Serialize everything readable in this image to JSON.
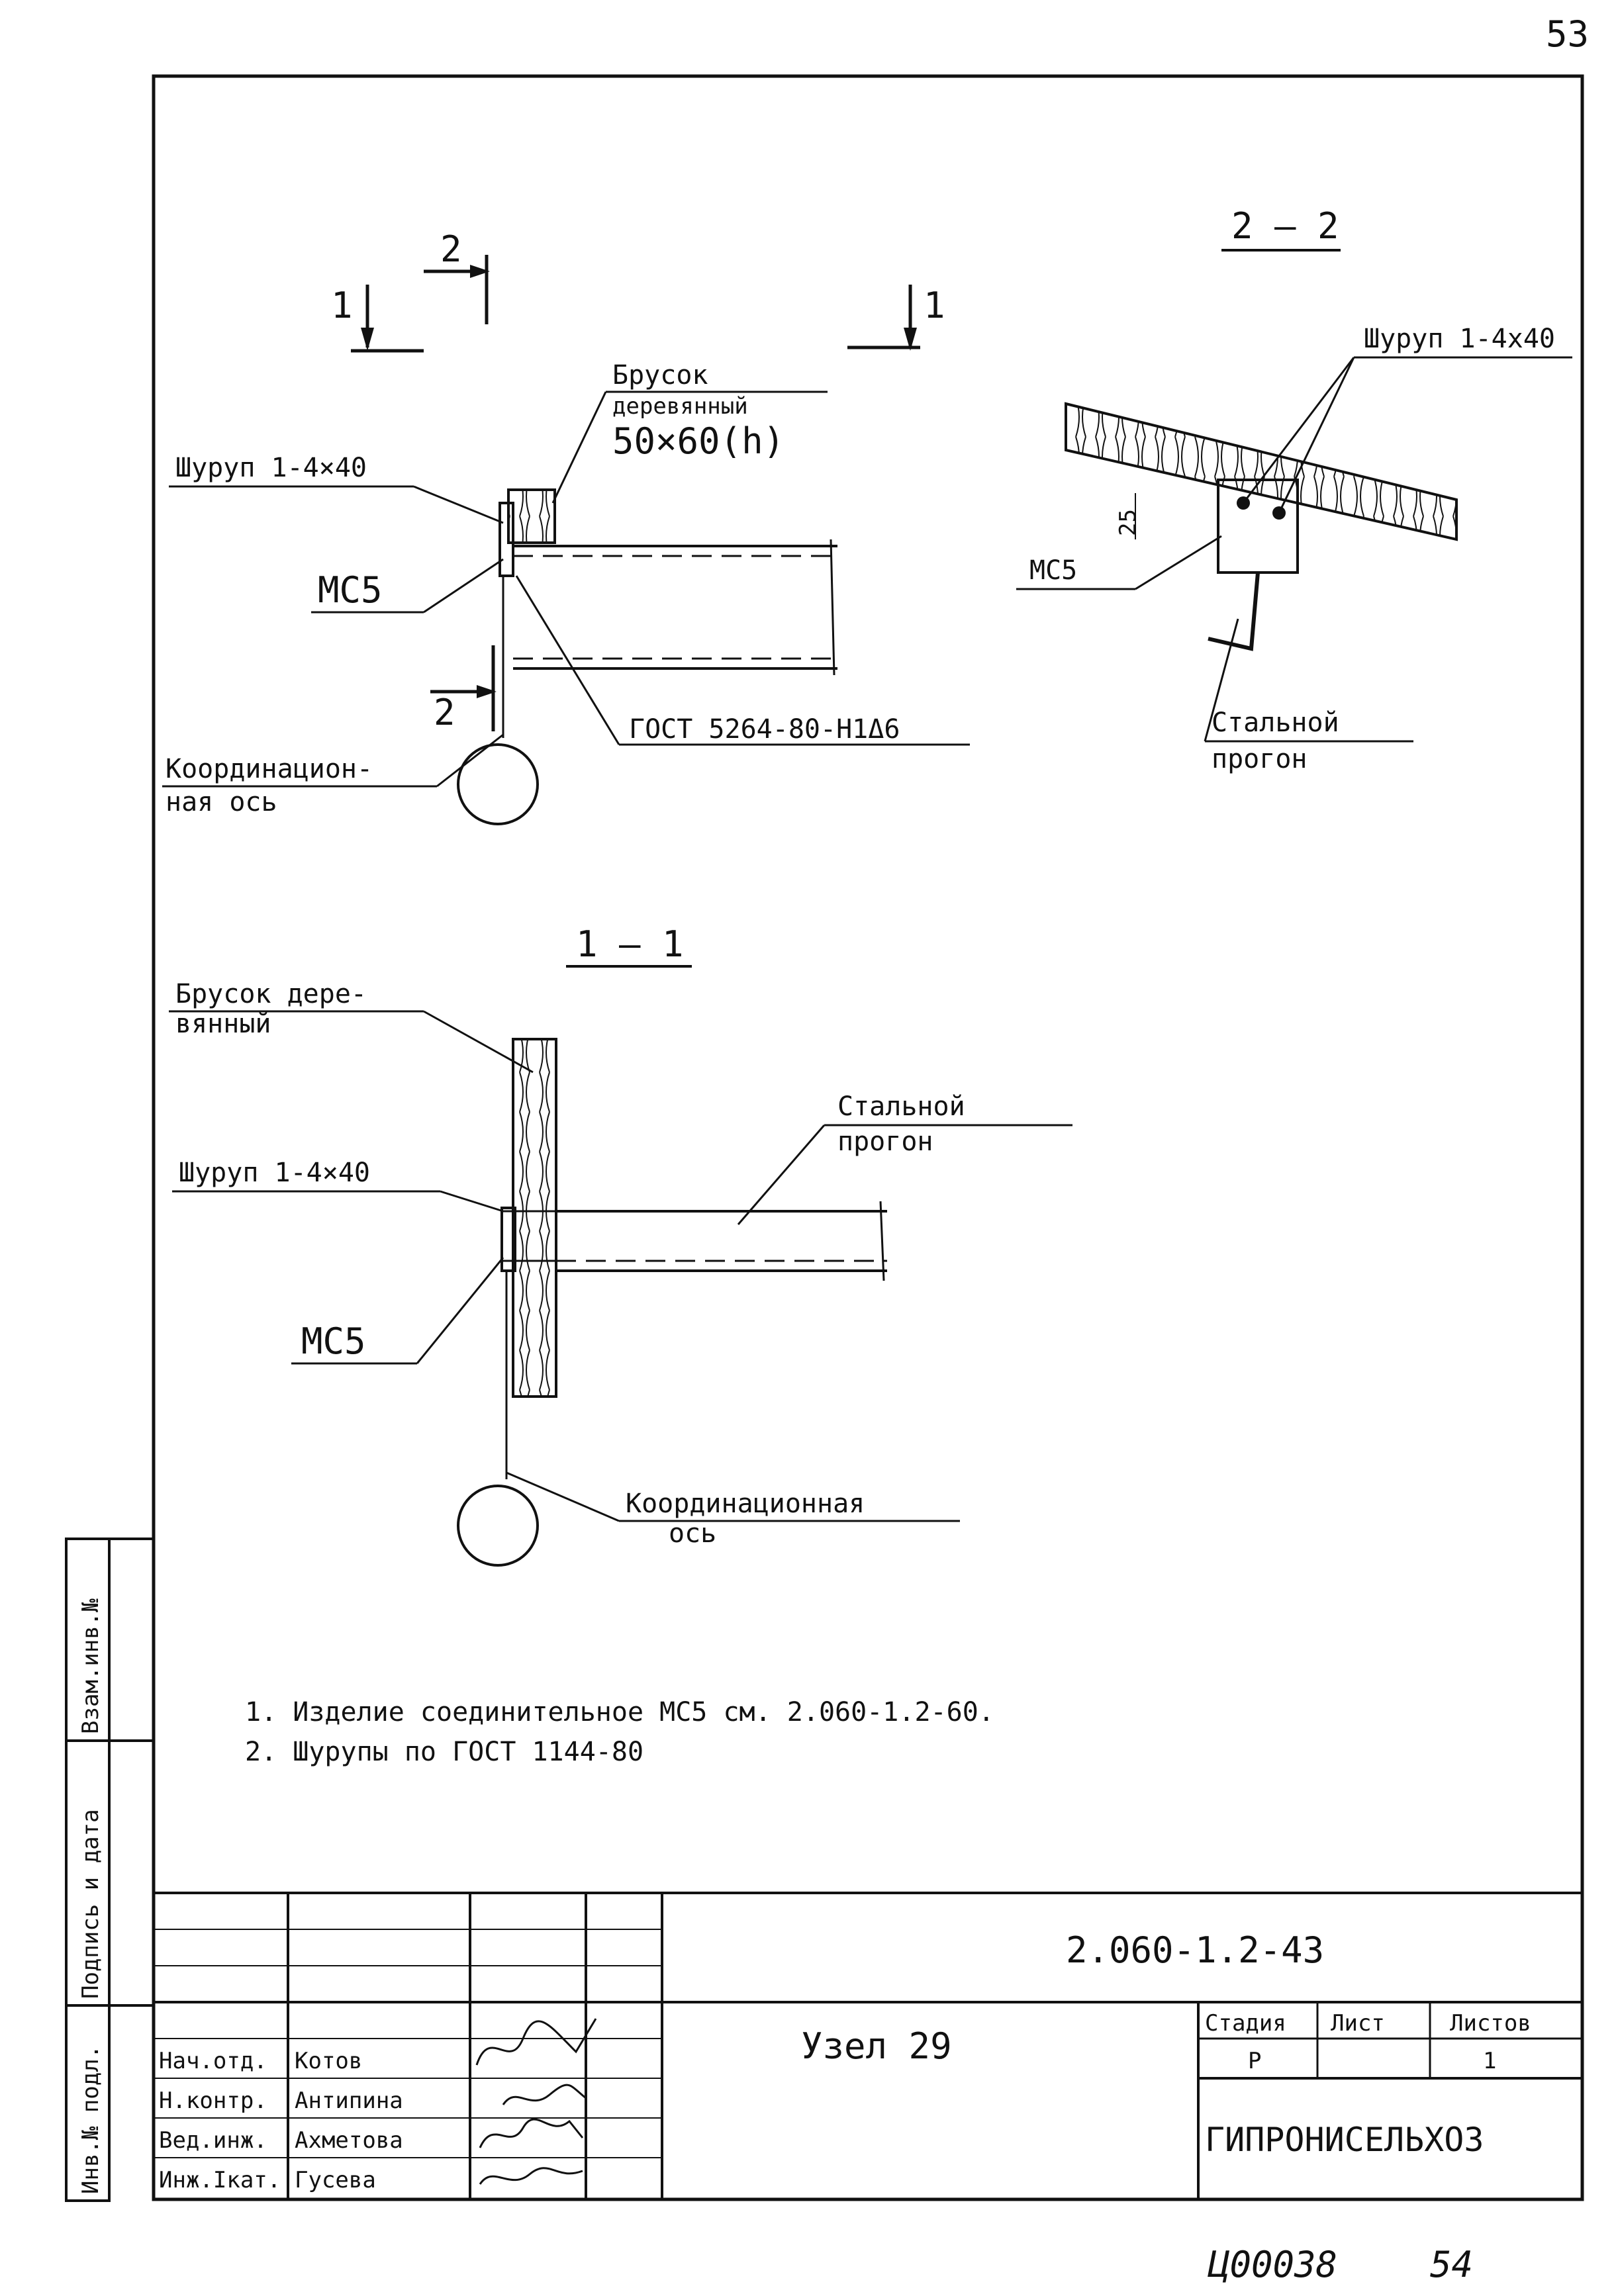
{
  "page_number_top": "53",
  "page_number_bottom": "54",
  "archive_code": "Ц00038",
  "view_1": {
    "cut_2_top": "2",
    "cut_1_left": "1",
    "cut_1_right": "1",
    "cut_2_bottom": "2",
    "labels": {
      "timber_block_line1": "Брусок",
      "timber_block_line2": "деревянный",
      "timber_block_size": "50×60(h)",
      "screw": "Шуруп 1-4×40",
      "mc5": "МС5",
      "gost_profile": "ГОСТ 5264-80-Н1Δ6",
      "axis_line1": "Координацион-",
      "axis_line2": "ная ось"
    }
  },
  "section_2_2": {
    "title": "2 – 2",
    "screw": "Шуруп 1-4х40",
    "dimension_25": "25",
    "mc5": "МС5",
    "purlin_line1": "Стальной",
    "purlin_line2": "прогон"
  },
  "section_1_1": {
    "title": "1 – 1",
    "timber_line1": "Брусок дере-",
    "timber_line2": "вянный",
    "purlin_line1": "Стальной",
    "purlin_line2": "прогон",
    "screw": "Шуруп 1-4×40",
    "mc5": "МС5",
    "axis_line1": "Координационная",
    "axis_line2": "ось"
  },
  "notes": [
    "1. Изделие соединительное МС5 см. 2.060-1.2-60.",
    "2. Шурупы по ГОСТ 1144-80"
  ],
  "side_stamp": {
    "cell_1": "Взам.инв.№",
    "cell_2": "Подпись и дата",
    "cell_3": "Инв.№ подл."
  },
  "title_block": {
    "document_code": "2.060-1.2-43",
    "drawing_title": "Узел 29",
    "stage_header": "Стадия",
    "sheet_header": "Лист",
    "sheets_header": "Листов",
    "stage_value": "Р",
    "sheet_value": "",
    "sheets_value": "1",
    "organization": "ГИПРОНИСЕЛЬХОЗ",
    "staff": [
      {
        "role": "Нач.отд.",
        "name": "Котов"
      },
      {
        "role": "Н.контр.",
        "name": "Антипина"
      },
      {
        "role": "Вед.инж.",
        "name": "Ахметова"
      },
      {
        "role": "Инж.Iкат.",
        "name": "Гусева"
      }
    ]
  }
}
